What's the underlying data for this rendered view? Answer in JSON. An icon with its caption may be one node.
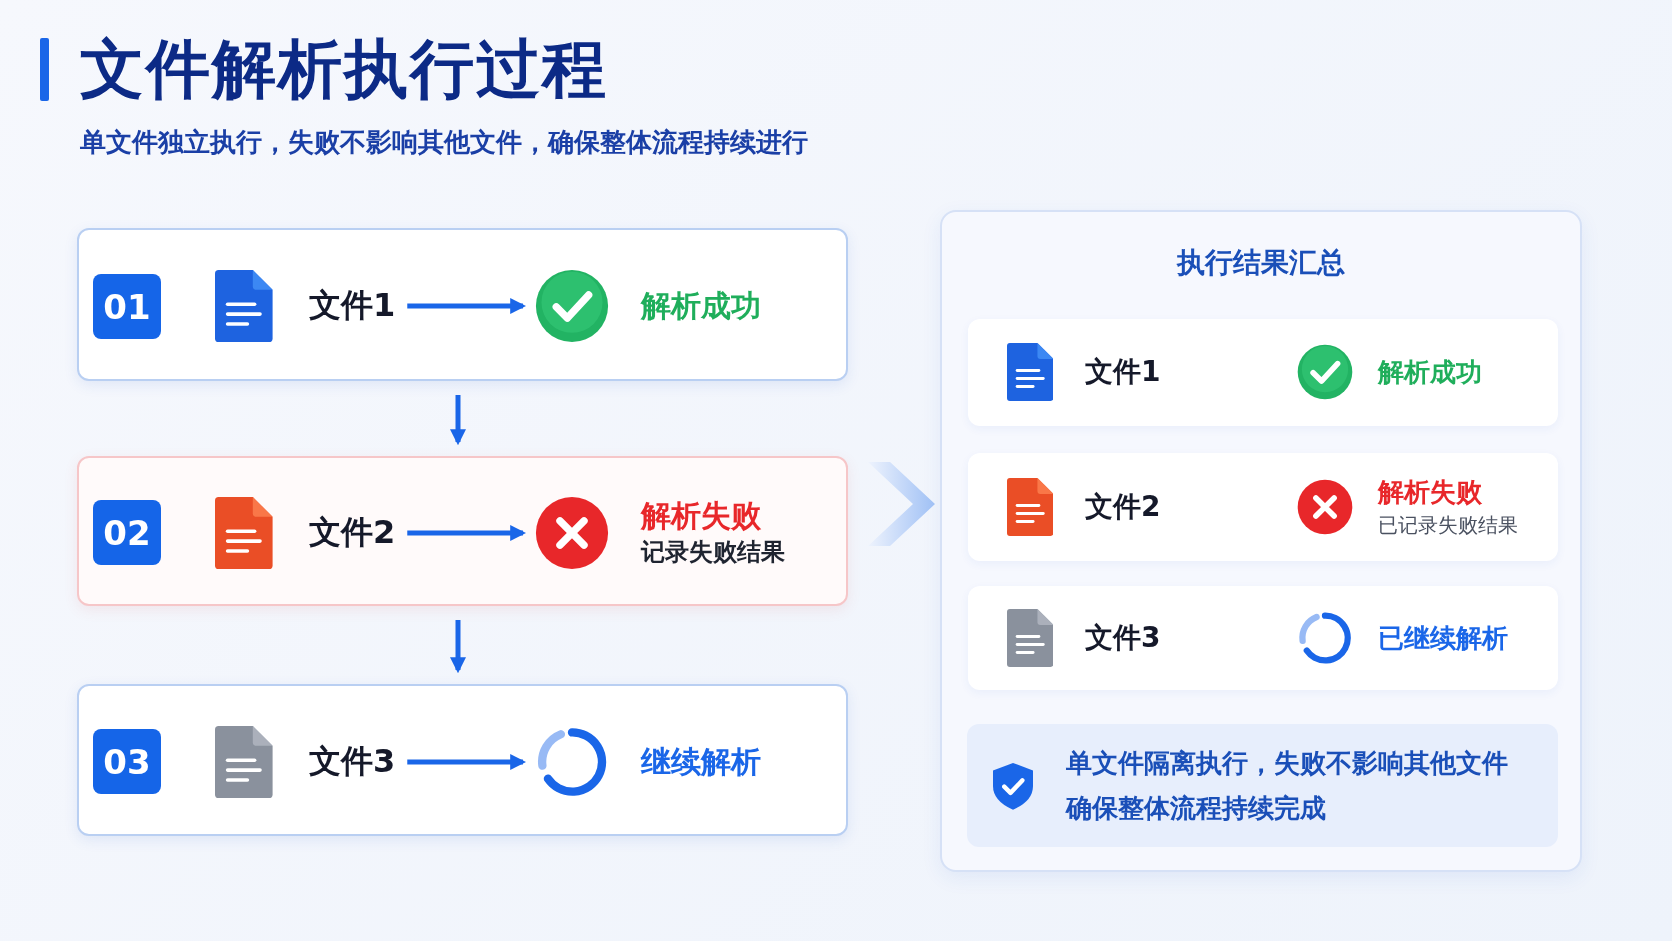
{
  "diagram": {
    "title": "文件解析执行过程",
    "nodes": [
      {
        "text": [],
        "shape": "box"
      },
      {
        "text": [
          "01"
        ],
        "in": 0
      },
      {
        "text": [
          "文件1"
        ],
        "in": 0
      },
      {
        "text": [
          "解析成功"
        ],
        "in": 0
      },
      {
        "text": [],
        "shape": "box"
      },
      {
        "text": [
          "02"
        ],
        "in": 4
      },
      {
        "text": [
          "文件2"
        ],
        "in": 4
      },
      {
        "text": [
          "解析失败",
          "记录失败结果"
        ],
        "in": 4
      },
      {
        "text": [],
        "shape": "box"
      },
      {
        "text": [
          "03"
        ],
        "in": 8
      },
      {
        "text": [
          "文件3"
        ],
        "in": 8
      },
      {
        "text": [
          "继续解析"
        ],
        "in": 8
      },
      {
        "text": [
          "执行结果汇总"
        ]
      },
      {
        "text": [],
        "shape": "box",
        "in": 12
      },
      {
        "text": [
          "文件1"
        ],
        "in": 13
      },
      {
        "text": [
          "解析成功"
        ],
        "in": 13
      },
      {
        "text": [],
        "shape": "box",
        "in": 12
      },
      {
        "text": [
          "文件2"
        ],
        "in": 16
      },
      {
        "text": [
          "解析失败",
          "已记录失败结果"
        ],
        "in": 16
      },
      {
        "text": [],
        "shape": "box",
        "in": 12
      },
      {
        "text": [
          "文件3"
        ],
        "in": 19
      },
      {
        "text": [
          "已继续解析"
        ],
        "in": 19
      },
      {
        "text": [
          "单文件隔离执行，失败不影响其他文件确保整体流程持续完成"
        ],
        "in": 12
      }
    ],
    "edges": [
      {
        "from": 2,
        "to": 3,
        "arrow": "to"
      },
      {
        "from": 6,
        "to": 7,
        "arrow": "to"
      },
      {
        "from": 10,
        "to": 11,
        "arrow": "to"
      },
      {
        "from": 0,
        "to": 4,
        "arrow": "to"
      },
      {
        "from": 4,
        "to": 8,
        "arrow": "to"
      },
      {
        "from": 4,
        "to": 12,
        "arrow": "to"
      }
    ],
    "labels": [
      "单文件独立执行，失败不影响其他文件，确保整体流程持续进行"
    ]
  }
}
